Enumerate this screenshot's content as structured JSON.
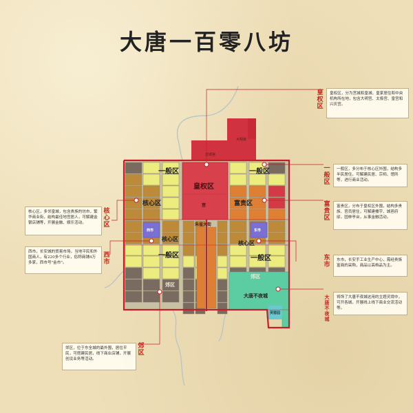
{
  "title": "大唐一百零八坊",
  "colors": {
    "imperial": "#d43a45",
    "general": "#ecec7f",
    "noble": "#df7f33",
    "core": "#bd8a3a",
    "outer": "#7a6b60",
    "pleasure": "#5fcfa4",
    "market": "#7a6fd2",
    "wall": "#c81d25",
    "river": "#bcc9c6"
  },
  "map": {
    "gongcheng": "皇城宫",
    "damingong": "大明宫",
    "imperial_zone": "皇权区",
    "imperial_sub": "宫",
    "general_zone": "一般区",
    "core_zone": "核心区",
    "noble_zone": "富贵区",
    "west_market": "西市",
    "east_market": "东市",
    "suburb_zone": "郊区",
    "pleasure_zone": "大唐不夜城",
    "garden": "芙蓉园",
    "central_avenue": "朱雀大街",
    "gate": "门"
  },
  "callouts": {
    "imperial": {
      "label": "皇权区",
      "text": "皇权区，分为宫城和皇城，皇家居住和中央机构所在地，包含大明宫、太极宫、皇宫和兴庆宫。"
    },
    "general": {
      "label": "一般区",
      "text": "一般区，多分布于核心区外围，结构多半民居住，可解建民居、宗祠、馆所等，进行商业活动。"
    },
    "noble": {
      "label": "富贵区",
      "text": "富贵区，分布于皇权区外围，结构多贵族、官员居住，可解建楼宇、城邑府邸，园林亭台，从事金融活动。"
    },
    "core": {
      "label": "核心区",
      "text": "核心区，多邻皇城，包含贵族的坊市，繁华商业街，结构最佳地宫居人，可解建金银店铺等，开展金融、娱乐活动。"
    },
    "west_market": {
      "label": "西市",
      "text": "西市，长安城的贸易市场，当地平民和外国商人，有220多个行业，俗称商铺4万多家，西市号\"金市\"。"
    },
    "east_market": {
      "label": "东市",
      "text": "东市，长安手工业生产中心，需经贵族富商的采购，商品以高档品为主。"
    },
    "pleasure": {
      "label": "大唐不夜城",
      "text": "将饰了大唐不夜城这用的主题灵境中，可开各城，开展线上线下商业交流活动等。"
    },
    "suburb": {
      "label": "郊区",
      "text": "郊区，位于东全城的最外围，居住平民，可搭建民居，线下商业店铺，开展创设业务等活动。"
    }
  }
}
